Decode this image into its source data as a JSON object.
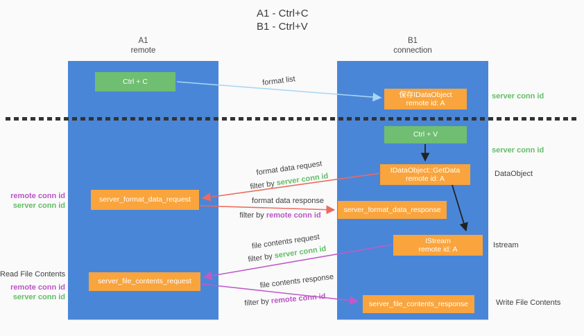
{
  "title": {
    "line1": "A1 - Ctrl+C",
    "line2": "B1 - Ctrl+V"
  },
  "columns": {
    "a": {
      "header1": "A1",
      "header2": "remote"
    },
    "b": {
      "header1": "B1",
      "header2": "connection"
    }
  },
  "boxes": {
    "ctrl_c": {
      "label": "Ctrl + C"
    },
    "save_dataobject": {
      "line1": "保存IDataObject",
      "line2": "remote id: A"
    },
    "ctrl_v": {
      "label": "Ctrl + V"
    },
    "getdata": {
      "line1": "IDataObject::GetData",
      "line2": "remote id: A"
    },
    "format_request": {
      "label": "server_format_data_request"
    },
    "format_response": {
      "label": "server_format_data_response"
    },
    "istream": {
      "line1": "IStream",
      "line2": "remote id: A"
    },
    "file_request": {
      "label": "server_file_contents_request"
    },
    "file_response": {
      "label": "server_file_contents_response"
    }
  },
  "right_labels": {
    "server_conn_id_1": "server conn id",
    "server_conn_id_2": "server conn id",
    "dataobject": "DataObject",
    "istream": "Istream",
    "write_file": "Write File Contents"
  },
  "left_labels": {
    "remote_conn_id_1": "remote conn id",
    "server_conn_id_1": "server conn id",
    "read_file": "Read File Contents",
    "remote_conn_id_2": "remote conn id",
    "server_conn_id_2": "server conn id"
  },
  "arrow_labels": {
    "format_list": "format list",
    "format_data_request": "format data request",
    "filter_by_1": {
      "prefix": "filter by ",
      "id": "server conn id"
    },
    "format_data_response": "format data response",
    "filter_by_2": {
      "prefix": "filter by ",
      "id": "remote conn id"
    },
    "file_contents_request": "file contents request",
    "filter_by_3": {
      "prefix": "filter by ",
      "id": "server conn id"
    },
    "file_contents_response": "file contents response",
    "filter_by_4": {
      "prefix": "filter by ",
      "id": "remote conn id"
    }
  },
  "colors": {
    "column_blue": "#4a86d8",
    "box_green": "#6fbe71",
    "box_orange": "#f9a43c",
    "id_green": "#62bd66",
    "id_magenta": "#bb54c6",
    "arrow_red": "#ed6a5f",
    "arrow_magenta": "#c05ac9",
    "arrow_lightblue": "#a9d7f2",
    "arrow_black": "#222222"
  }
}
